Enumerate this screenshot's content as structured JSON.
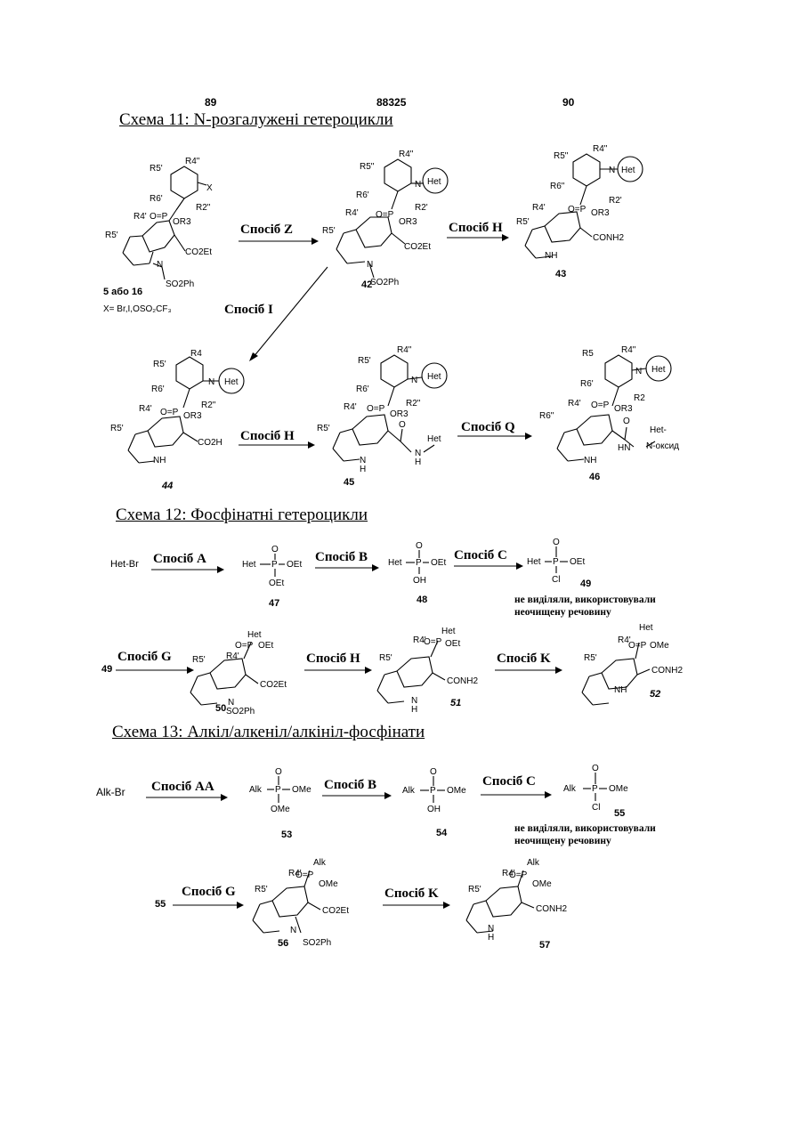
{
  "header": {
    "left": "89",
    "center": "88325",
    "right": "90"
  },
  "scheme11": {
    "title": "Схема 11: N-розгалужені гетероцикли",
    "methods": {
      "z": "Спосіб Z",
      "h1": "Спосіб H",
      "i": "Спосіб I",
      "h2": "Спосіб H",
      "q": "Спосіб Q"
    },
    "compounds": {
      "c5": "5 або 16",
      "c42": "42",
      "c43": "43",
      "c44": "44",
      "c45": "45",
      "c46": "46"
    },
    "x_note": "X= Br,I,OSO₂CF₃"
  },
  "scheme12": {
    "title": "Схема 12: Фосфінатні гетероцикли",
    "methods": {
      "a": "Спосіб A",
      "b": "Спосіб B",
      "c": "Спосіб C",
      "g": "Спосіб G",
      "h": "Спосіб H",
      "k": "Спосіб K"
    },
    "start": "Het-Br",
    "compounds": {
      "c47": "47",
      "c48": "48",
      "c49": "49",
      "c49b": "49",
      "c50": "50",
      "c51": "51",
      "c52": "52"
    },
    "note": "не виділяли, використовували неочищену речовину"
  },
  "scheme13": {
    "title": "Схема 13: Алкіл/алкеніл/алкініл-фосфінати",
    "methods": {
      "aa": "Спосіб AA",
      "b": "Спосіб B",
      "c": "Спосіб C",
      "g": "Спосіб G",
      "k": "Спосіб K"
    },
    "start": "Alk-Br",
    "compounds": {
      "c53": "53",
      "c54": "54",
      "c55": "55",
      "c55b": "55",
      "c56": "56",
      "c57": "57"
    },
    "note": "не виділяли, використовували неочищену речовину"
  }
}
